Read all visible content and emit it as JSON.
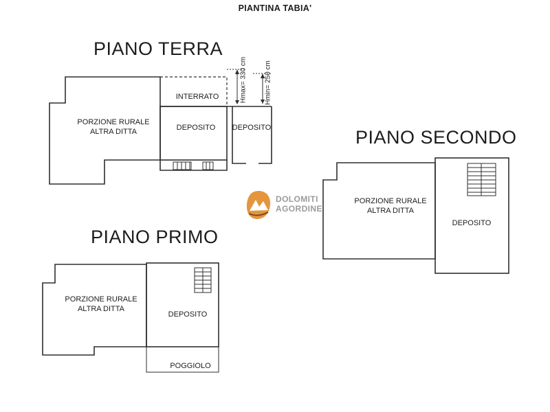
{
  "page_title": "PIANTINA TABIA'",
  "logo": {
    "line1": "DOLOMITI",
    "line2": "AGORDINE",
    "orange": "#E5963C",
    "brown": "#7A4A20",
    "gray": "#9B9B9A"
  },
  "floors": {
    "terra": {
      "heading": "PIANO TERRA",
      "labels": {
        "rurale": "PORZIONE RURALE\nALTRA DITTA",
        "interrato": "INTERRATO",
        "deposito1": "DEPOSITO",
        "deposito2": "DEPOSITO"
      },
      "dimensions": {
        "hmax": "Hmax= 330 cm",
        "hmin": "Hmin= 250 cm"
      }
    },
    "secondo": {
      "heading": "PIANO SECONDO",
      "labels": {
        "rurale": "PORZIONE RURALE\nALTRA DITTA",
        "deposito": "DEPOSITO"
      }
    },
    "primo": {
      "heading": "PIANO PRIMO",
      "labels": {
        "rurale": "PORZIONE RURALE\nALTRA DITTA",
        "deposito": "DEPOSITO",
        "poggiolo": "POGGIOLO"
      }
    }
  }
}
